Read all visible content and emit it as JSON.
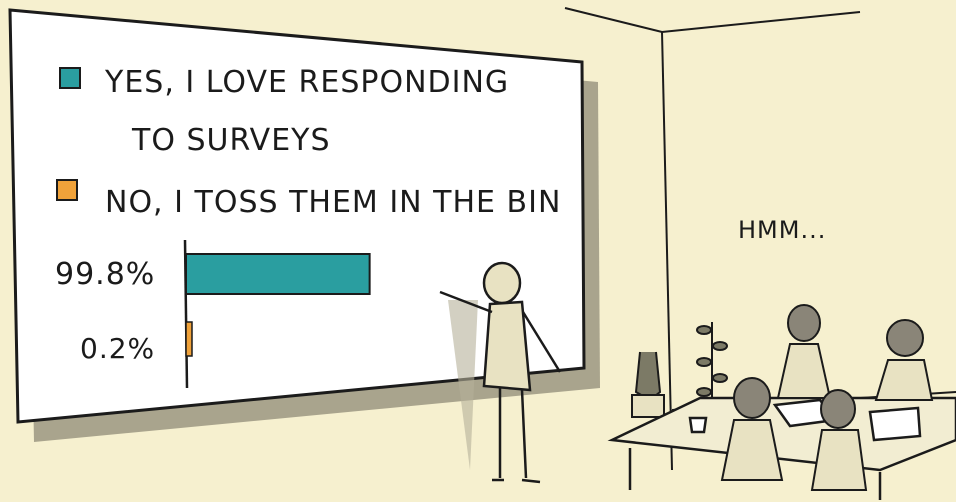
{
  "chart_data": {
    "type": "bar",
    "orientation": "horizontal",
    "legend": [
      {
        "label_line1": "YES, I LOVE RESPONDING",
        "label_line2": "TO SURVEYS",
        "color": "#2a9ea0"
      },
      {
        "label_line1": "NO, I TOSS THEM IN THE BIN",
        "color": "#f0a23a"
      }
    ],
    "values": [
      99.8,
      0.2
    ],
    "value_labels": [
      "99.8%",
      "0.2%"
    ],
    "colors": [
      "#2a9ea0",
      "#f0a23a"
    ],
    "xlim": [
      0,
      100
    ],
    "grid": false,
    "legend_placement": "top"
  },
  "scene": {
    "speech_text": "HMM...",
    "colors": {
      "background": "#f6f0cf",
      "whiteboard": "#ffffff",
      "ink": "#1b1b1b",
      "figure_fill": "#e8e2c2",
      "audience_fill": "#8a8578",
      "plant": "#7c7a66"
    }
  }
}
